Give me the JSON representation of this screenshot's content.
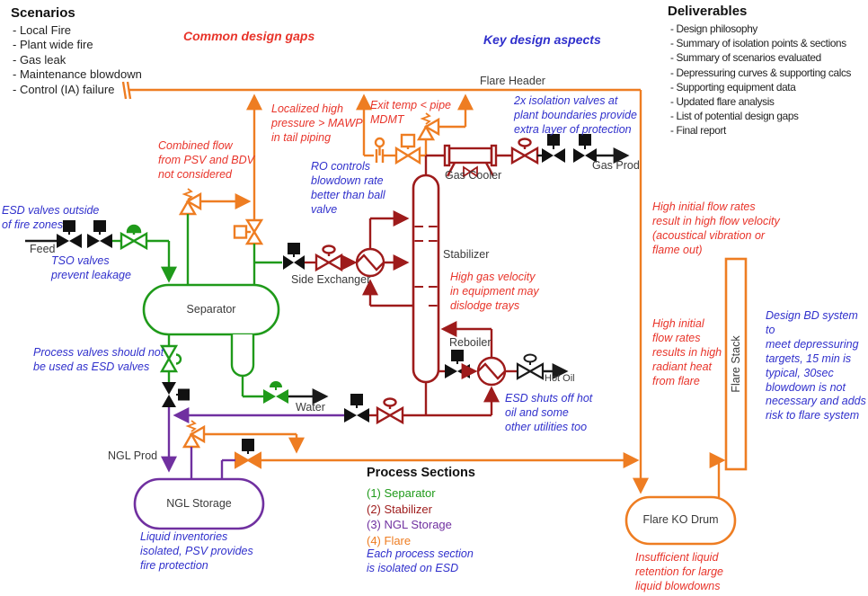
{
  "colors": {
    "orange": "#EE7D22",
    "green": "#1F9A1A",
    "dark_red": "#9E1B1B",
    "purple": "#7030A0",
    "annotation_blue": "#3030CC",
    "annotation_red": "#E8342A",
    "text": "#262626"
  },
  "scenarios": {
    "title": "Scenarios",
    "items": [
      "- Local Fire",
      "- Plant wide fire",
      "- Gas leak",
      "- Maintenance blowdown",
      "- Control (IA) failure"
    ]
  },
  "deliverables": {
    "title": "Deliverables",
    "items": [
      "- Design philosophy",
      "- Summary of isolation points & sections",
      "- Summary of scenarios evaluated",
      "- Depressuring curves & supporting calcs",
      "- Supporting equipment data",
      "- Updated flare analysis",
      "- List of potential design gaps",
      "- Final report"
    ]
  },
  "headings": {
    "common_design_gaps": "Common design gaps",
    "key_design_aspects": "Key design aspects"
  },
  "process_sections": {
    "title": "Process Sections",
    "items": [
      "(1) Separator",
      "(2) Stabilizer",
      "(3) NGL Storage",
      "(4) Flare"
    ],
    "note": "Each process section\nis isolated on ESD"
  },
  "equipment_labels": {
    "feed": "Feed",
    "separator": "Separator",
    "side_exchanger": "Side Exchanger",
    "stabilizer": "Stabilizer",
    "gas_cooler": "Gas Cooler",
    "flare_header": "Flare Header",
    "gas_prod": "Gas Prod",
    "reboiler": "Reboiler",
    "hot_oil": "Hot Oil",
    "water": "Water",
    "ngl_prod": "NGL Prod",
    "ngl_storage": "NGL Storage",
    "flare_ko_drum": "Flare KO Drum",
    "flare_stack": "Flare Stack"
  },
  "annotations": {
    "localized_high_pressure": "Localized high\npressure > MAWP\nin tail piping",
    "combined_flow": "Combined flow\nfrom PSV and BDV\nnot considered",
    "exit_temp": "Exit temp < pipe\nMDMT",
    "high_gas_velocity": "High gas velocity\nin equipment may\ndislodge trays",
    "high_initial_velocity": "High initial flow rates\nresult in high flow velocity\n(acoustical vibration or\nflame out)",
    "high_initial_radiant": "High initial\nflow rates\nresults in high\nradiant heat\nfrom flare",
    "insufficient_liquid": "Insufficient liquid\nretention for large\nliquid blowdowns",
    "esd_outside_fire_zones": "ESD valves outside\nof fire zones",
    "tso_valves": "TSO valves\nprevent leakage",
    "process_valves": "Process valves should not\nbe used as ESD valves",
    "ro_controls": "RO controls\nblowdown rate\nbetter than ball\nvalve",
    "isolation_valves_2x": "2x isolation valves at\nplant boundaries provide\nextra layer of protection",
    "esd_hot_oil": "ESD shuts off hot\noil and some\nother utilities too",
    "design_bd_system": "Design BD system to\nmeet depressuring\ntargets, 15 min is\ntypical, 30sec\nblowdown is not\nnecessary and adds\nrisk to flare system",
    "liquid_inventories": "Liquid inventories\nisolated,  PSV provides\nfire protection",
    "each_process_section": "Each process section\nis isolated on ESD"
  }
}
